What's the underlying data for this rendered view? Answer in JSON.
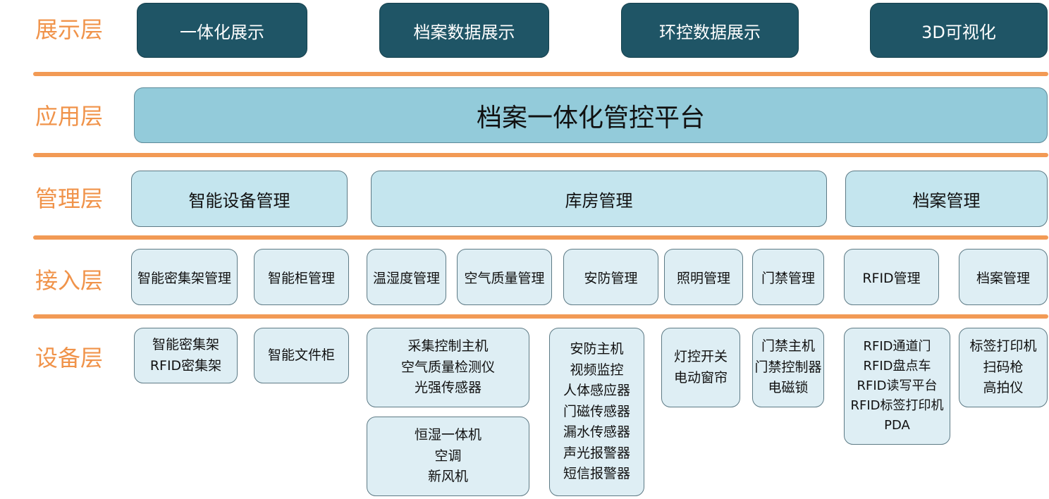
{
  "layers": {
    "display": "展示层",
    "application": "应用层",
    "management": "管理层",
    "access": "接入层",
    "device": "设备层"
  },
  "display": [
    "一体化展示",
    "档案数据展示",
    "环控数据展示",
    "3D可视化"
  ],
  "application": {
    "platform": "档案一体化管控平台"
  },
  "management": [
    "智能设备管理",
    "库房管理",
    "档案管理"
  ],
  "access": [
    "智能密集架管理",
    "智能柜管理",
    "温湿度管理",
    "空气质量管理",
    "安防管理",
    "照明管理",
    "门禁管理",
    "RFID管理",
    "档案管理"
  ],
  "devices": [
    [
      "智能密集架",
      "RFID密集架"
    ],
    [
      "智能文件柜"
    ],
    [
      "采集控制主机",
      "空气质量检测仪",
      "光强传感器"
    ],
    [
      "恒湿一体机",
      "空调",
      "新风机"
    ],
    [
      "安防主机",
      "视频监控",
      "人体感应器",
      "门磁传感器",
      "漏水传感器",
      "声光报警器",
      "短信报警器"
    ],
    [
      "灯控开关",
      "电动窗帘"
    ],
    [
      "门禁主机",
      "门禁控制器",
      "电磁锁"
    ],
    [
      "RFID通道门",
      "RFID盘点车",
      "RFID读写平台",
      "RFID标签打印机",
      "PDA"
    ],
    [
      "标签打印机",
      "扫码枪",
      "高拍仪"
    ]
  ],
  "colors": {
    "label": "#f0934a",
    "separator": "#f29a55",
    "display_fill": "#1f5566",
    "app_fill": "#93cbda",
    "management_fill": "#c4e5ee",
    "box_fill": "#deeef4"
  }
}
